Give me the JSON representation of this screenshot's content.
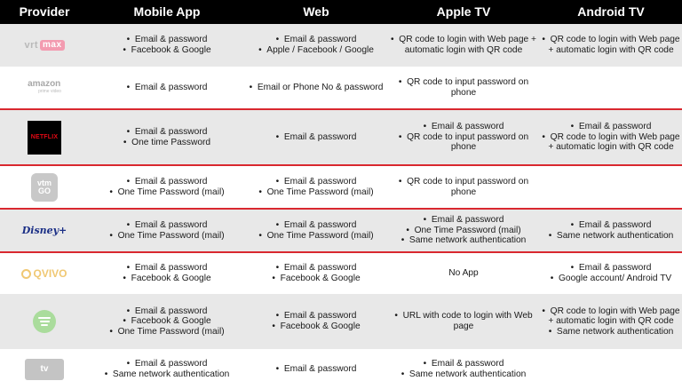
{
  "headers": [
    "Provider",
    "Mobile App",
    "Web",
    "Apple TV",
    "Android TV"
  ],
  "logos": {
    "vrt": {
      "icon": "vrt-max-logo",
      "text": "vrt",
      "badge": "max"
    },
    "amazon": {
      "icon": "amazon-prime-video-logo",
      "text": "amazon",
      "sub": "prime video"
    },
    "netflix": {
      "icon": "netflix-logo",
      "text": "NETFLIX"
    },
    "vtm": {
      "icon": "vtm-go-logo",
      "text": "vtm",
      "sub": "GO"
    },
    "disney": {
      "icon": "disney-plus-logo",
      "text": "Disney+"
    },
    "qvivo": {
      "icon": "qvivo-logo",
      "text": "QVIVO"
    },
    "spotify": {
      "icon": "spotify-logo"
    },
    "tvv": {
      "icon": "telenet-tv-logo",
      "text": "tv"
    }
  },
  "rows": [
    {
      "mobile": [
        "Email & password",
        "Facebook & Google"
      ],
      "web": [
        "Email & password",
        "Apple / Facebook / Google"
      ],
      "apple": [
        "QR code to login with Web page + automatic login with QR code"
      ],
      "android": [
        "QR code to login with Web page + automatic login with QR code"
      ]
    },
    {
      "mobile": [
        "Email & password"
      ],
      "web": [
        "Email or Phone No & password"
      ],
      "apple": [
        "QR code to input password on phone"
      ],
      "android": []
    },
    {
      "mobile": [
        "Email & password",
        "One time Password"
      ],
      "web": [
        "Email & password"
      ],
      "apple": [
        "Email & password",
        "QR code to input password on phone"
      ],
      "android": [
        "Email & password",
        "QR code to login with Web page + automatic login with QR code"
      ]
    },
    {
      "mobile": [
        "Email & password",
        "One Time Password (mail)"
      ],
      "web": [
        "Email & password",
        "One Time Password (mail)"
      ],
      "apple": [
        "QR code to input password on phone"
      ],
      "android": []
    },
    {
      "mobile": [
        "Email & password",
        "One Time Password (mail)"
      ],
      "web": [
        "Email & password",
        "One Time Password (mail)"
      ],
      "apple": [
        "Email & password",
        "One Time Password (mail)",
        "Same network authentication"
      ],
      "android": [
        "Email & password",
        "Same network authentication"
      ]
    },
    {
      "mobile": [
        "Email & password",
        "Facebook & Google"
      ],
      "web": [
        "Email & password",
        "Facebook & Google"
      ],
      "apple": [
        "No App"
      ],
      "android": [
        "Email & password",
        "Google account/ Android TV"
      ]
    },
    {
      "mobile": [
        "Email & password",
        "Facebook & Google",
        "One Time Password (mail)"
      ],
      "web": [
        "Email & password",
        "Facebook & Google"
      ],
      "apple": [
        "URL with code to login with Web page"
      ],
      "android": [
        "QR code to login with Web page + automatic login with QR code",
        "Same network authentication"
      ]
    },
    {
      "mobile": [
        "Email & password",
        "Same network authentication"
      ],
      "web": [
        "Email & password"
      ],
      "apple": [
        "Email & password",
        "Same network authentication"
      ],
      "android": []
    }
  ]
}
